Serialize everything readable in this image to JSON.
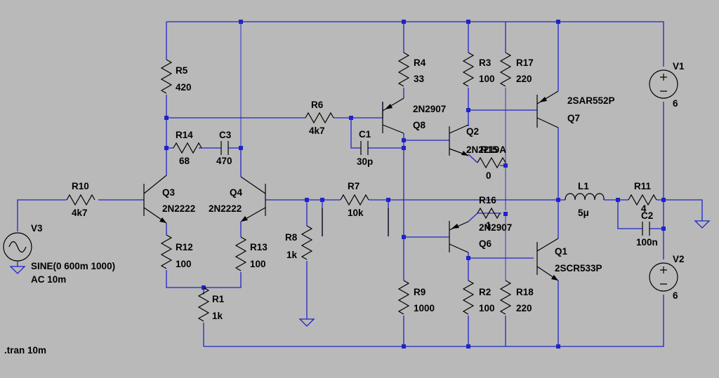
{
  "labels": {
    "r5": "R5",
    "r5v": "420",
    "r14": "R14",
    "r14v": "68",
    "c3": "C3",
    "c3v": "470",
    "r6": "R6",
    "r6v": "4k7",
    "c1": "C1",
    "c1v": "30p",
    "r4": "R4",
    "r4v": "33",
    "q8": "Q8",
    "q8t": "2N2907",
    "r3": "R3",
    "r3v": "100",
    "r17": "R17",
    "r17v": "220",
    "q7": "Q7",
    "q7t": "2SAR552P",
    "q2": "Q2",
    "q2t": "2N2219A",
    "r15": "R15",
    "r15v": "0",
    "v1": "V1",
    "v1v": "6",
    "r10": "R10",
    "r10v": "4k7",
    "q3": "Q3",
    "q3t": "2N2222",
    "q4": "Q4",
    "q4t": "2N2222",
    "r7": "R7",
    "r7v": "10k",
    "r16": "R16",
    "r16v": "1",
    "q6": "Q6",
    "q6t": "2N2907",
    "l1": "L1",
    "l1v": "5μ",
    "r11": "R11",
    "r11v": "4",
    "c2": "C2",
    "c2v": "100n",
    "r12": "R12",
    "r12v": "100",
    "r13": "R13",
    "r13v": "100",
    "r8": "R8",
    "r8v": "1k",
    "r9": "R9",
    "r9v": "1000",
    "r2": "R2",
    "r2v": "100",
    "r18": "R18",
    "r18v": "220",
    "q1": "Q1",
    "q1t": "2SCR533P",
    "v2": "V2",
    "v2v": "6",
    "v3": "V3",
    "v3a": "SINE(0 600m 1000)",
    "v3b": "AC 10m",
    "r1": "R1",
    "r1v": "1k",
    "tran": ".tran 10m"
  }
}
